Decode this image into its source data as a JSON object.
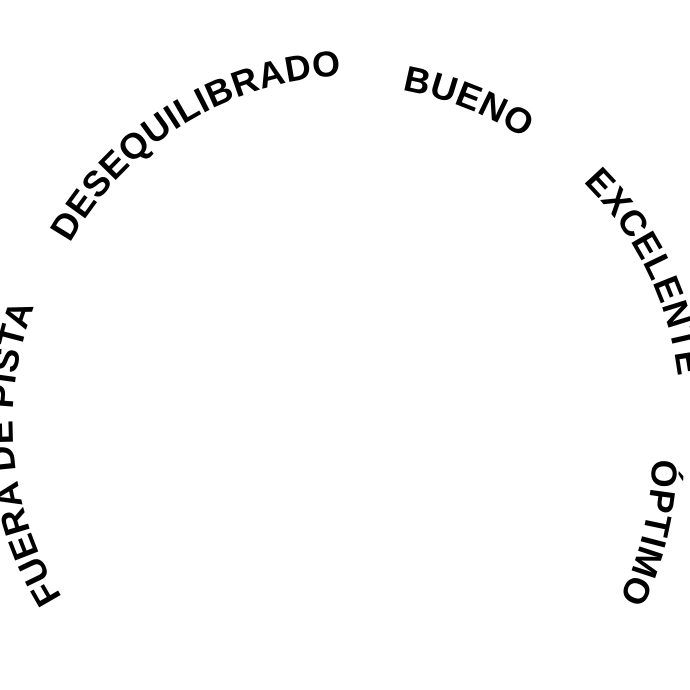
{
  "gauge": {
    "text_color": "#000000",
    "background": "#ffffff",
    "labels": [
      {
        "key": "fuera_de_pista",
        "text": "FUERA DE PISTA"
      },
      {
        "key": "desequilibrado",
        "text": "DESEQUILIBRADO"
      },
      {
        "key": "bueno",
        "text": "BUENO"
      },
      {
        "key": "excelente",
        "text": "EXCELENTE"
      },
      {
        "key": "optimo",
        "text": "ÓPTIMO"
      }
    ]
  }
}
